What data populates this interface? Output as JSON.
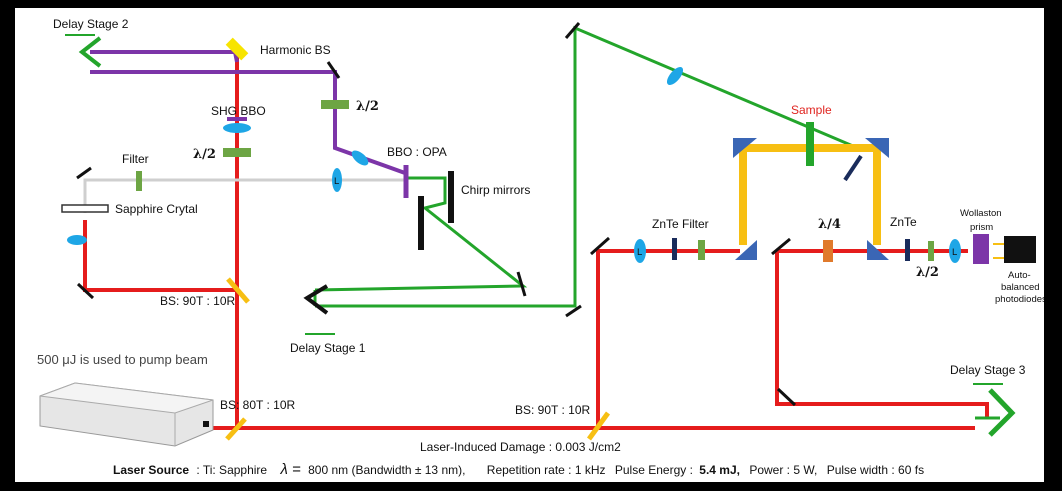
{
  "labels": {
    "delay_stage_2": "Delay Stage 2",
    "harmonic_bs": "Harmonic BS",
    "shg_bbo": "SHG BBO",
    "half_wave_1": "λ/2",
    "half_wave_2": "λ/2",
    "half_wave_3": "λ/2",
    "quarter_wave": "λ/4",
    "bbo_opa": "BBO : OPA",
    "chirp_mirrors": "Chirp mirrors",
    "filter_top": "Filter",
    "sapphire_crystal": "Sapphire Crytal",
    "bs_90t_10r_left": "BS: 90T : 10R",
    "bs_80t_10r": "BS: 80T : 10R",
    "bs_90t_10r_right": "BS: 90T : 10R",
    "delay_stage_1": "Delay Stage 1",
    "delay_stage_3": "Delay Stage 3",
    "pump_note": "500 μJ is used to pump beam",
    "sample": "Sample",
    "znte_filter": "ZnTe  Filter",
    "znte_right": "ZnTe",
    "wollaston_1": "Wollaston",
    "wollaston_2": "prism",
    "photodiodes_1": "Auto-",
    "photodiodes_2": "balanced",
    "photodiodes_3": "photodiodes",
    "damage": "Laser-Induced Damage  : 0.003 J/cm2",
    "lens": "L"
  },
  "footer": {
    "source_label": "Laser Source",
    "source_value": ": Ti: Sapphire",
    "lambda_symbol": "λ =",
    "lambda_value": "800 nm (Bandwidth ± 13 nm),",
    "rep_rate": "Repetition rate : 1 kHz",
    "pulse_energy_label": "Pulse Energy :",
    "pulse_energy_value": "5.4 mJ,",
    "power": "Power : 5 W,",
    "pulse_width": "Pulse width : 60 fs"
  },
  "colors": {
    "red_beam": "#e51c1c",
    "green_beam": "#23a52b",
    "purple_beam": "#7c35a8",
    "yellow_beam": "#f7bf13",
    "white_beam": "#cfcfcf",
    "lens": "#1ea6e6",
    "mirror": "#111111",
    "waveplate": "#6da544",
    "prism": "#3a66b5",
    "orange_plate": "#e07a2c"
  }
}
